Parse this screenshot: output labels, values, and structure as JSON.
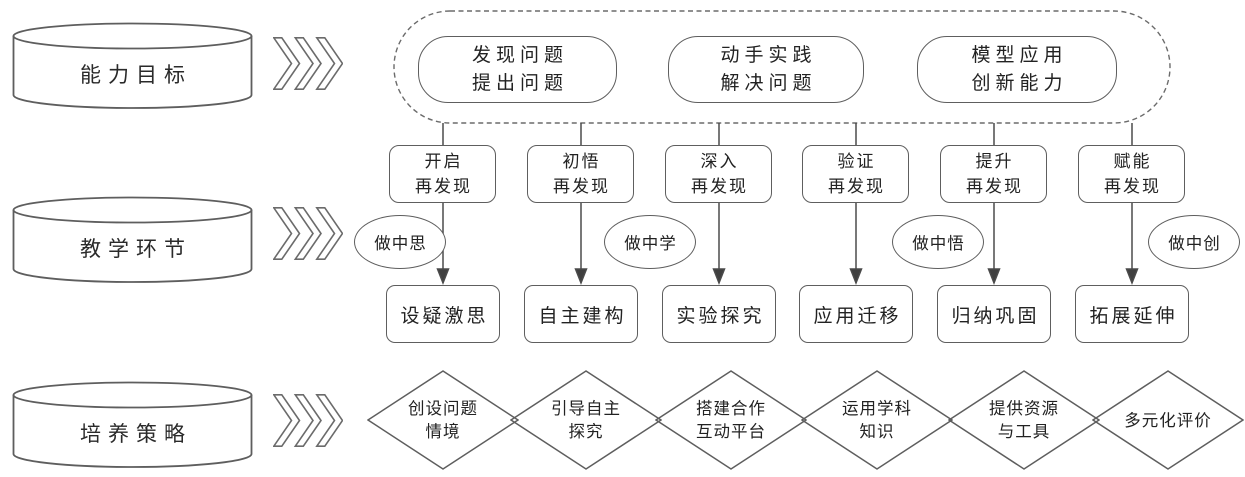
{
  "colors": {
    "stroke": "#5e5e5e",
    "dashed_outline": "#6b6b6b",
    "arrow": "#3f3f3f",
    "text": "#222222",
    "background": "#ffffff"
  },
  "capability_row": {
    "cylinder_label": "能力目标",
    "goals": [
      {
        "line1": "发现问题",
        "line2": "提出问题"
      },
      {
        "line1": "动手实践",
        "line2": "解决问题"
      },
      {
        "line1": "模型应用",
        "line2": "创新能力"
      }
    ]
  },
  "teaching_row": {
    "cylinder_label": "教学环节",
    "stages": [
      {
        "line1": "开启",
        "line2": "再发现"
      },
      {
        "line1": "初悟",
        "line2": "再发现"
      },
      {
        "line1": "深入",
        "line2": "再发现"
      },
      {
        "line1": "验证",
        "line2": "再发现"
      },
      {
        "line1": "提升",
        "line2": "再发现"
      },
      {
        "line1": "赋能",
        "line2": "再发现"
      }
    ],
    "modes": [
      "做中思",
      "做中学",
      "做中悟",
      "做中创"
    ],
    "activities": [
      "设疑激思",
      "自主建构",
      "实验探究",
      "应用迁移",
      "归纳巩固",
      "拓展延伸"
    ]
  },
  "strategy_row": {
    "cylinder_label": "培养策略",
    "strategies": [
      {
        "line1": "创设问题",
        "line2": "情境"
      },
      {
        "line1": "引导自主",
        "line2": "探究"
      },
      {
        "line1": "搭建合作",
        "line2": "互动平台"
      },
      {
        "line1": "运用学科",
        "line2": "知识"
      },
      {
        "line1": "提供资源",
        "line2": "与工具"
      },
      {
        "line1": "多元化评价",
        "line2": ""
      }
    ]
  }
}
